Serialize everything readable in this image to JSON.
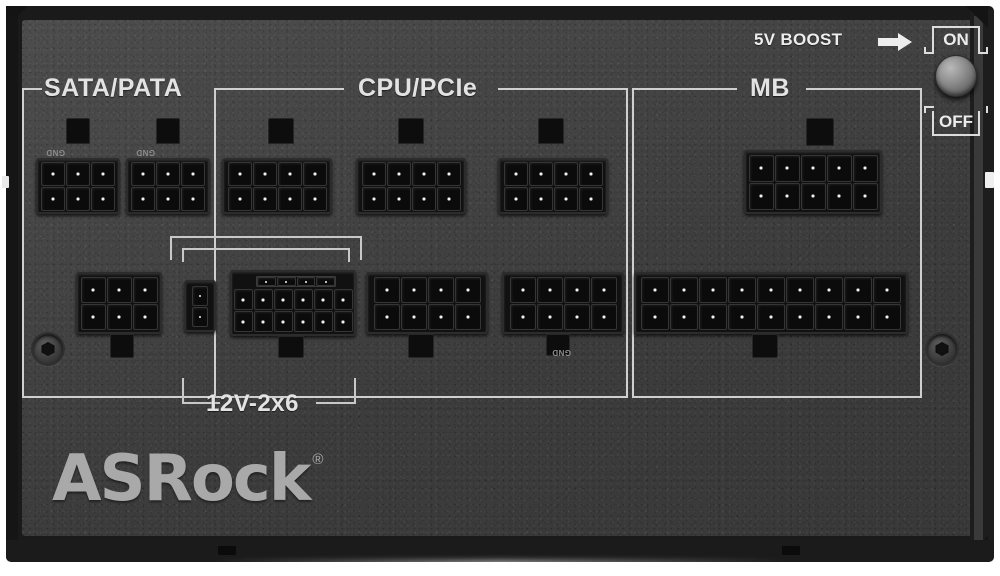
{
  "device": {
    "brand": "ASRock",
    "registered_mark": "®",
    "type": "power-supply-modular-panel"
  },
  "sections": [
    {
      "id": "sata-pata",
      "label": "SATA/PATA"
    },
    {
      "id": "cpu-pcie",
      "label": "CPU/PCIe"
    },
    {
      "id": "mb",
      "label": "MB"
    }
  ],
  "brackets": [
    {
      "id": "twelve-volt",
      "label": "12V-2x6"
    }
  ],
  "switch": {
    "boost_label": "5V BOOST",
    "boost_arrow": "arrow-right-icon",
    "on_label": "ON",
    "off_label": "OFF",
    "state": "OFF"
  },
  "silkscreen": {
    "gnd": "GND"
  },
  "connectors": {
    "top_row": [
      {
        "name": "sata-pata-port-1",
        "pins": 6,
        "cols": 3,
        "rows": 2,
        "gnd_label": "GND"
      },
      {
        "name": "sata-pata-port-2",
        "pins": 6,
        "cols": 3,
        "rows": 2,
        "gnd_label": "GND"
      },
      {
        "name": "cpu-pcie-port-1",
        "pins": 8,
        "cols": 4,
        "rows": 2,
        "gnd_label": ""
      },
      {
        "name": "cpu-pcie-port-2",
        "pins": 8,
        "cols": 4,
        "rows": 2,
        "gnd_label": ""
      },
      {
        "name": "cpu-pcie-port-3",
        "pins": 8,
        "cols": 4,
        "rows": 2,
        "gnd_label": ""
      },
      {
        "name": "mb-port-10pin",
        "pins": 10,
        "cols": 5,
        "rows": 2,
        "gnd_label": ""
      }
    ],
    "bottom_row": [
      {
        "name": "sata-pata-port-3",
        "pins": 6,
        "cols": 3,
        "rows": 2,
        "gnd_label": ""
      },
      {
        "name": "twelve-v-2x6-port",
        "pins": 12,
        "cols": 6,
        "rows": 2,
        "sense_pins": 4,
        "gnd_label": ""
      },
      {
        "name": "cpu-pcie-port-4",
        "pins": 8,
        "cols": 4,
        "rows": 2,
        "gnd_label": ""
      },
      {
        "name": "cpu-pcie-port-5",
        "pins": 8,
        "cols": 4,
        "rows": 2,
        "gnd_label": "GND"
      },
      {
        "name": "mb-port-18pin",
        "pins": 18,
        "cols": 9,
        "rows": 2,
        "gnd_label": ""
      }
    ]
  },
  "colors": {
    "chassis": "#434343",
    "chassis_edge": "#1a1a1a",
    "silkscreen": "#cfcfcf",
    "logo": "#a9a9a9",
    "connector": "#111111",
    "pin_highlight": "#f2f2f2"
  }
}
